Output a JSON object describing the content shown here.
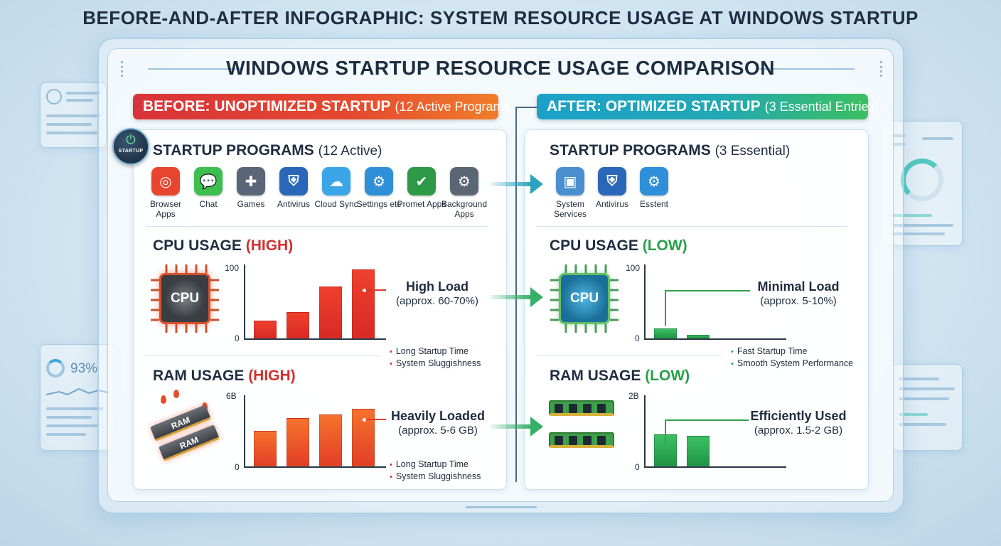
{
  "page_title": "BEFORE-AND-AFTER INFOGRAPHIC: SYSTEM RESOURCE USAGE AT WINDOWS STARTUP",
  "main_title": "WINDOWS STARTUP RESOURCE USAGE COMPARISON",
  "startup_badge": {
    "label": "STARTUP"
  },
  "decor": {
    "gauge_left": "93%"
  },
  "before": {
    "banner_strong": "BEFORE: UNOPTIMIZED STARTUP",
    "banner_paren": "(12 Active Programs)",
    "startup_title": "STARTUP PROGRAMS",
    "startup_sub": "(12 Active)",
    "apps": [
      {
        "label": "Browser Apps",
        "icon": "browser-icon",
        "color": "#e8452e"
      },
      {
        "label": "Chat",
        "icon": "chat-icon",
        "color": "#3cbf4e"
      },
      {
        "label": "Games",
        "icon": "gamepad-icon",
        "color": "#5a6577"
      },
      {
        "label": "Antivirus",
        "icon": "shield-icon",
        "color": "#2b67b8"
      },
      {
        "label": "Cloud Sync",
        "icon": "cloud-icon",
        "color": "#3aa6e8"
      },
      {
        "label": "Settings etc",
        "icon": "gear-icon",
        "color": "#2f8fd8"
      },
      {
        "label": "Promet Apps",
        "icon": "check-shield-icon",
        "color": "#2e9a48"
      },
      {
        "label": "Background Apps",
        "icon": "cog-icon",
        "color": "#5b6674"
      }
    ],
    "cpu": {
      "title": "CPU USAGE",
      "level": "(HIGH)",
      "chip_label": "CPU",
      "y_top_label": "100",
      "y_bottom_label": "0",
      "load_title": "High Load",
      "load_sub": "(approx. 60-70%)",
      "bullets": [
        "Long Startup Time",
        "System Sluggishness"
      ]
    },
    "ram": {
      "title": "RAM USAGE",
      "level": "(HIGH)",
      "chip_label": "RAM",
      "y_top_label": "6B",
      "y_bottom_label": "0",
      "load_title": "Heavily Loaded",
      "load_sub": "(approx. 5-6 GB)",
      "bullets": [
        "Long Startup Time",
        "System Sluggishness"
      ]
    }
  },
  "after": {
    "banner_strong": "AFTER: OPTIMIZED STARTUP",
    "banner_paren": "(3 Essential Entries)",
    "startup_title": "STARTUP PROGRAMS",
    "startup_sub": "(3 Essential)",
    "apps": [
      {
        "label": "System Services",
        "icon": "system-services-icon",
        "color": "#4a8fd0"
      },
      {
        "label": "Antivirus",
        "icon": "shield-icon",
        "color": "#2b67b8"
      },
      {
        "label": "Esstent",
        "icon": "gear-icon",
        "color": "#2f8fd8"
      }
    ],
    "cpu": {
      "title": "CPU USAGE",
      "level": "(LOW)",
      "chip_label": "CPU",
      "y_top_label": "100",
      "y_bottom_label": "0",
      "load_title": "Minimal Load",
      "load_sub": "(approx. 5-10%)",
      "bullets": [
        "Fast Startup Time",
        "Smooth System Performance"
      ]
    },
    "ram": {
      "title": "RAM USAGE",
      "level": "(LOW)",
      "y_top_label": "2B",
      "y_bottom_label": "0",
      "load_title": "Efficiently Used",
      "load_sub": "(approx. 1.5-2 GB)"
    }
  },
  "chart_data": [
    {
      "type": "bar",
      "title": "CPU USAGE (HIGH)",
      "ylim": [
        0,
        100
      ],
      "values": [
        24,
        36,
        70,
        93
      ],
      "color": "#e0322a"
    },
    {
      "type": "bar",
      "title": "RAM USAGE (HIGH)",
      "values": [
        3.0,
        4.05,
        4.4,
        4.85
      ],
      "ylim_label": "6B",
      "color": "#f06a2b"
    },
    {
      "type": "bar",
      "title": "CPU USAGE (LOW)",
      "ylim": [
        0,
        100
      ],
      "values": [
        13,
        5
      ],
      "color": "#2fa853"
    },
    {
      "type": "bar",
      "title": "RAM USAGE (LOW)",
      "values": [
        0.9,
        0.85
      ],
      "ylim_label": "2B",
      "color": "#2fa853"
    }
  ]
}
